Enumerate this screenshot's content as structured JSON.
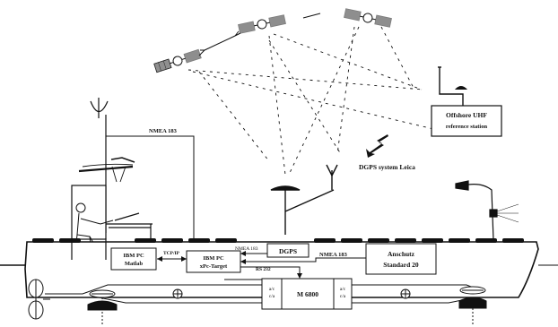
{
  "labels": {
    "nmea_top": "NMEA 183",
    "offshore_line1": "Offshore UHF",
    "offshore_line2": "reference station",
    "dgps_system": "DGPS system Leica",
    "ibm_matlab_line1": "IBM PC",
    "ibm_matlab_line2": "Matlab",
    "tcpip": "TCP/IP",
    "ibm_xpc_line1": "IBM PC",
    "ibm_xpc_line2": "xPc-Target",
    "nmea_small": "NMEA 183",
    "dgps_box": "DGPS",
    "nmea_mid": "NMEA 183",
    "anschutz_line1": "Anschutz",
    "anschutz_line2": "Standard 20",
    "rs232": "RS 232",
    "ac_left_line1": "a/c",
    "ac_left_line2": "c/a",
    "m6800": "M 6800",
    "ac_right_line1": "a/c",
    "ac_right_line2": "c/a"
  },
  "icons": [
    "satellite-icon",
    "antenna-icon",
    "operator-icon",
    "lamp-icon",
    "propeller-icon",
    "thruster-icon"
  ]
}
